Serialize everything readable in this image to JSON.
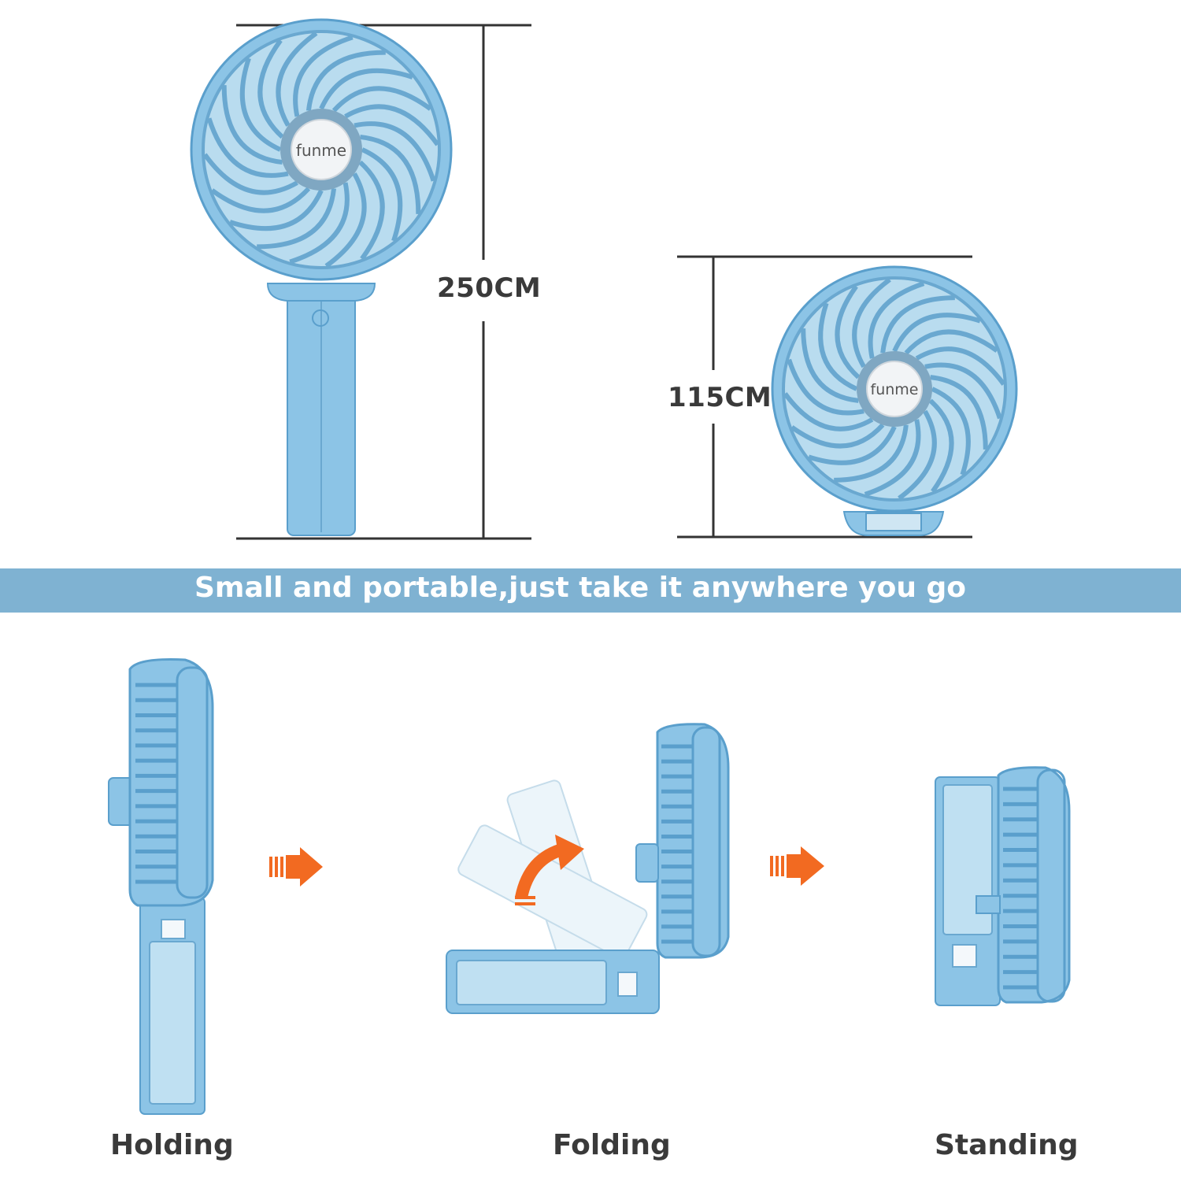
{
  "dimensions": {
    "unfolded_height": "250CM",
    "folded_height": "115CM"
  },
  "brand_logo": "funme",
  "banner": {
    "text": "Small and portable,just take it anywhere you go"
  },
  "modes": {
    "holding": "Holding",
    "folding": "Folding",
    "standing": "Standing"
  },
  "colors": {
    "fan_blue": "#8cc4e6",
    "fan_blue_dark": "#5a9fcc",
    "banner_blue": "#7fb2d2",
    "arrow_orange": "#f26a21",
    "text_dark": "#3a3a3a"
  }
}
